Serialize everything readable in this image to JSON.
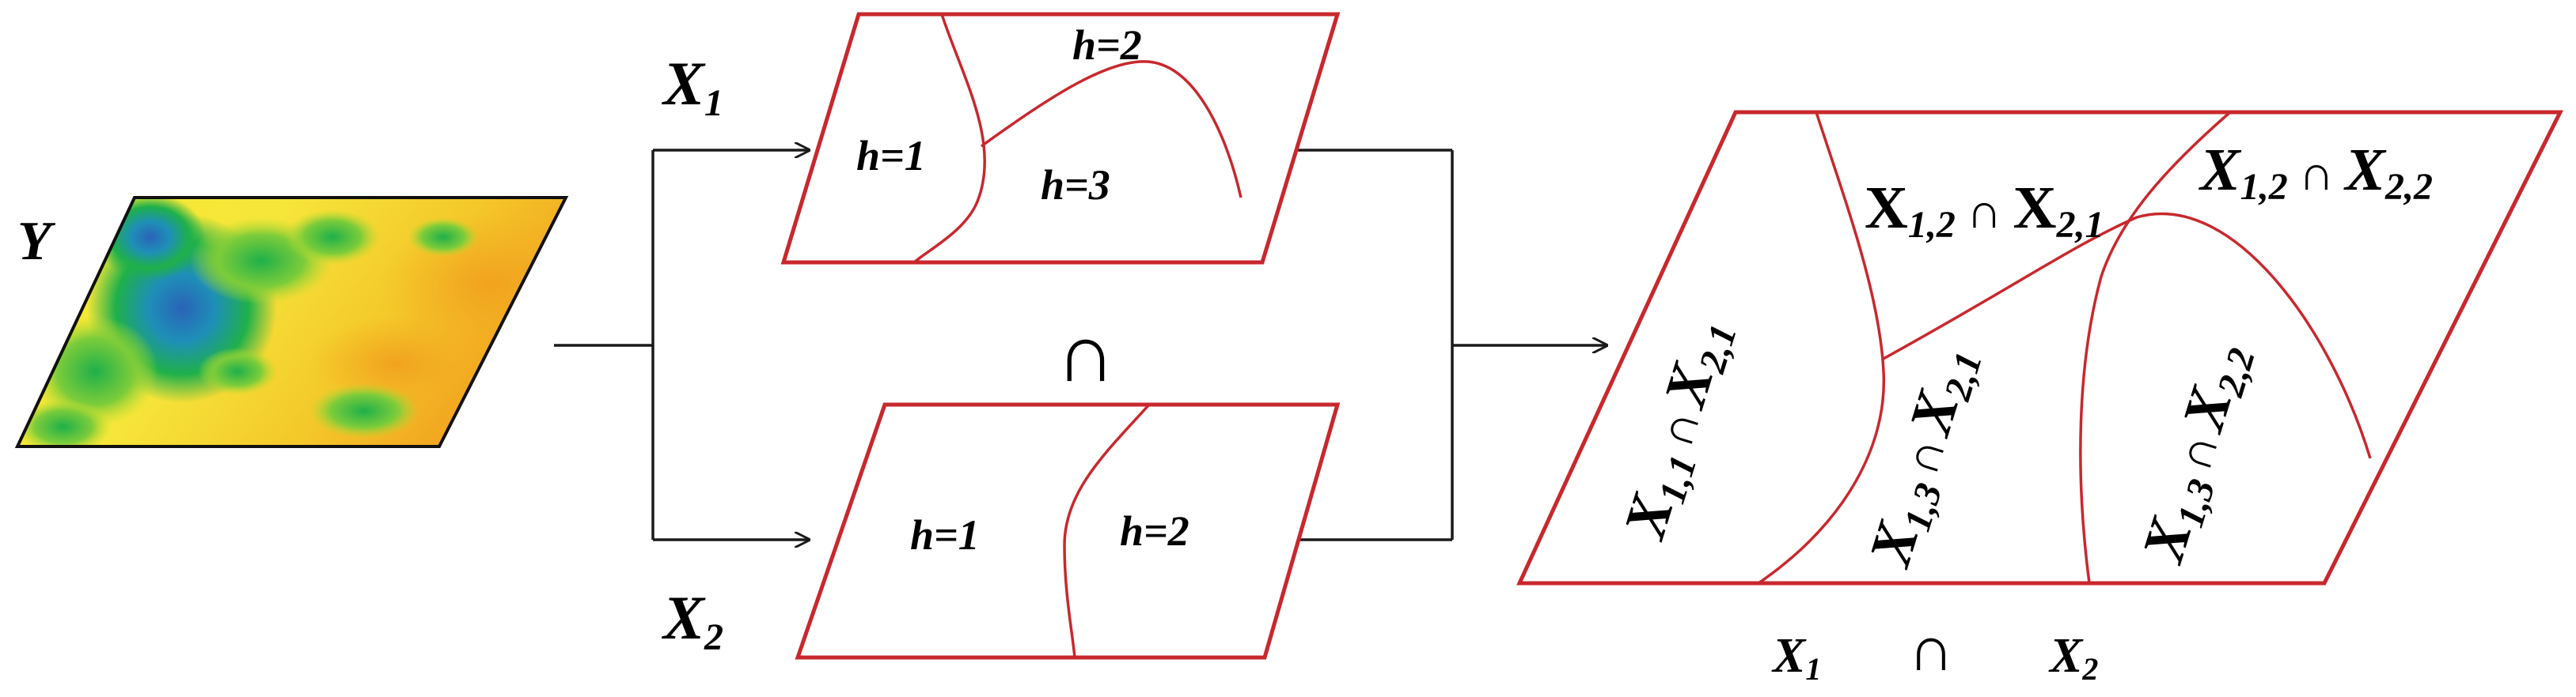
{
  "colors": {
    "frame": "#c8282d",
    "curve": "#c8282d",
    "arrow": "#1a1a1a",
    "terrain_low": "#2a63b8",
    "terrain_mid": "#1fb04a",
    "terrain_high": "#f0e028",
    "terrain_peak": "#f2a21e"
  },
  "input": {
    "label": "Y"
  },
  "factor1": {
    "label": "X",
    "label_sub": "1",
    "zones": [
      "h=1",
      "h=2",
      "h=3"
    ]
  },
  "factor2": {
    "label": "X",
    "label_sub": "2",
    "zones": [
      "h=1",
      "h=2"
    ]
  },
  "intersect_symbol": "∩",
  "overlay": {
    "zones": [
      {
        "x1": "X",
        "s1": "1,1",
        "x2": "X",
        "s2": "2,1"
      },
      {
        "x1": "X",
        "s1": "1,2",
        "x2": "X",
        "s2": "2,1"
      },
      {
        "x1": "X",
        "s1": "1,2",
        "x2": "X",
        "s2": "2,2"
      },
      {
        "x1": "X",
        "s1": "1,3",
        "x2": "X",
        "s2": "2,1"
      },
      {
        "x1": "X",
        "s1": "1,3",
        "x2": "X",
        "s2": "2,2"
      }
    ],
    "caption": {
      "left": "X",
      "left_sub": "1",
      "symbol": "∩",
      "right": "X",
      "right_sub": "2"
    }
  }
}
